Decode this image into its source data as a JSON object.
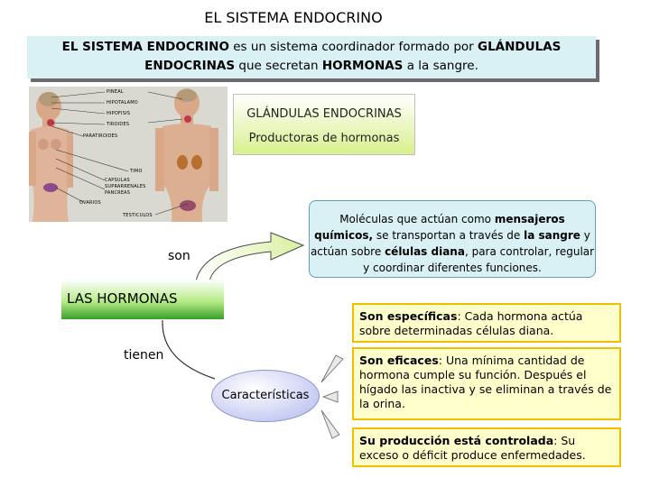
{
  "title": "EL SISTEMA ENDOCRINO",
  "intro": {
    "p1": "EL SISTEMA ENDOCRINO",
    "p2": " es un sistema coordinador formado por ",
    "p3": "GLÁNDULAS ENDOCRINAS",
    "p4": " que secretan ",
    "p5": "HORMONAS",
    "p6": " a la sangre."
  },
  "figure_labels": {
    "pineal": "PINEAL",
    "hipotalamo": "HIPOTALAMO",
    "hipofisis": "HIPOFISIS",
    "tiroides": "TIROIDES",
    "paratiroides": "PARATIROIDES",
    "timo": "TIMO",
    "capsulas": "CAPSULAS",
    "suprarrenales": "SUPRARRENALES",
    "pancreas": "PANCREAS",
    "ovarios": "OVARIOS",
    "testiculos": "TESTICULOS"
  },
  "glandulas": {
    "line1": "GLÁNDULAS ENDOCRINAS",
    "line2": "Productoras de hormonas"
  },
  "moleculas": {
    "t1": "Moléculas que actúan como ",
    "t2": "mensajeros químicos,",
    "t3": " se transportan a través de ",
    "t4": "la sangre",
    "t5": " y actúan sobre ",
    "t6": "células diana",
    "t7": ", para controlar, regular y coordinar diferentes funciones."
  },
  "son": "son",
  "hormonas": "LAS HORMONAS",
  "tienen": "tienen",
  "caracteristicas": "Características",
  "cards": [
    {
      "bold": "Son específicas",
      "rest": ": Cada hormona actúa sobre determinadas células diana."
    },
    {
      "bold": "Son eficaces",
      "rest": ": Una mínima cantidad de hormona cumple su función. Después el hígado las inactiva y se eliminan a través de la orina."
    },
    {
      "bold": "Su producción está controlada",
      "rest": ": Su exceso o déficit produce enfermedades."
    }
  ],
  "colors": {
    "intro_bg": "#d9f0f4",
    "card_bg": "#ffffcc",
    "card_border": "#f0c000",
    "hormonas_green": "#3aa02c",
    "ellipse_fill": "#c4c9f2"
  }
}
